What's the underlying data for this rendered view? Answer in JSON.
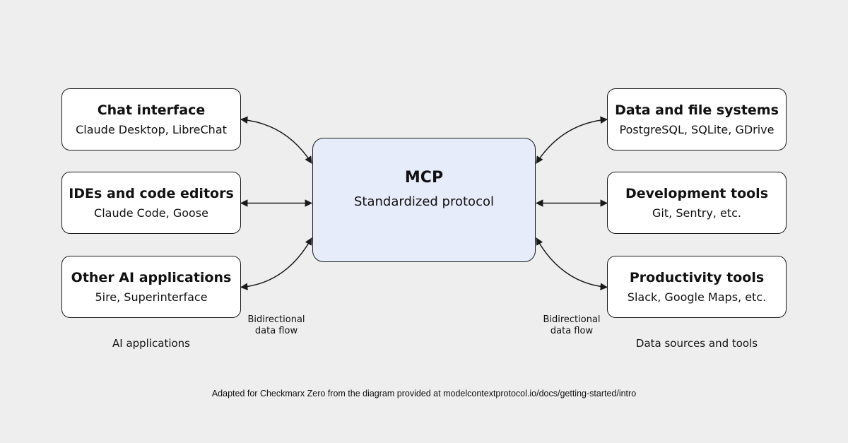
{
  "colors": {
    "background": "#eeeeee",
    "node_fill": "#ffffff",
    "node_border": "#1a1a1a",
    "center_node_fill": "#e7ecfb",
    "arrow": "#1a1a1a",
    "text": "#111111"
  },
  "center_node": {
    "title": "MCP",
    "subtitle": "Standardized protocol"
  },
  "left_column": {
    "group_label": "AI applications",
    "nodes": [
      {
        "title": "Chat interface",
        "subtitle": "Claude Desktop, LibreChat"
      },
      {
        "title": "IDEs and code editors",
        "subtitle": "Claude Code, Goose"
      },
      {
        "title": "Other AI applications",
        "subtitle": "5ire, Superinterface"
      }
    ],
    "flow_label": {
      "line1": "Bidirectional",
      "line2": "data flow"
    }
  },
  "right_column": {
    "group_label": "Data sources and tools",
    "nodes": [
      {
        "title": "Data and file systems",
        "subtitle": "PostgreSQL, SQLite, GDrive"
      },
      {
        "title": "Development tools",
        "subtitle": "Git, Sentry, etc."
      },
      {
        "title": "Productivity tools",
        "subtitle": "Slack, Google Maps, etc."
      }
    ],
    "flow_label": {
      "line1": "Bidirectional",
      "line2": "data flow"
    }
  },
  "caption": "Adapted for Checkmarx Zero from the diagram provided at modelcontextprotocol.io/docs/getting-started/intro"
}
